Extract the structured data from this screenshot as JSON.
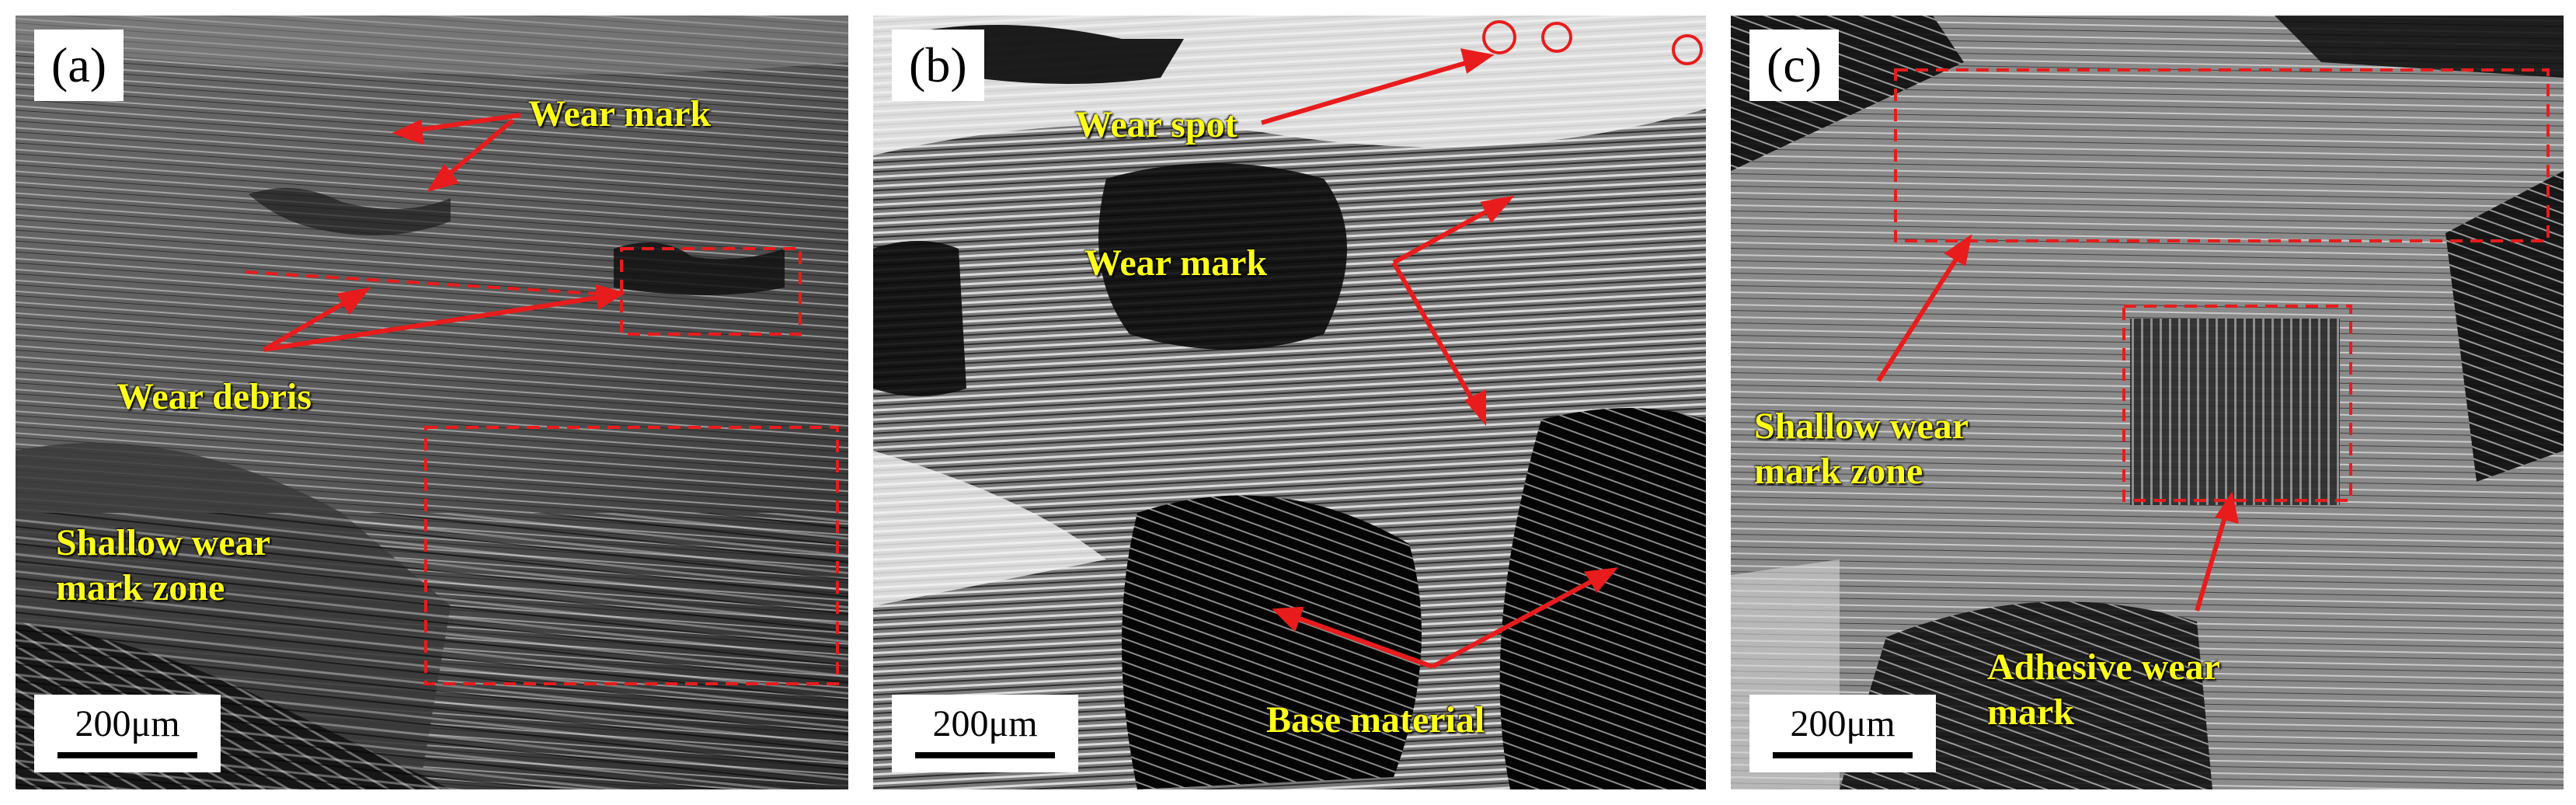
{
  "panels": [
    {
      "letter": "(a)",
      "scale_label": "200μm",
      "labels": {
        "wear_mark": "Wear mark",
        "wear_debris": "Wear debris",
        "shallow_zone": "Shallow wear mark zone"
      }
    },
    {
      "letter": "(b)",
      "scale_label": "200μm",
      "labels": {
        "wear_spot": "Wear spot",
        "wear_mark": "Wear mark",
        "base_material": "Base material"
      }
    },
    {
      "letter": "(c)",
      "scale_label": "200μm",
      "labels": {
        "shallow_zone": "Shallow wear mark zone",
        "adhesive": "Adhesive wear mark"
      }
    }
  ],
  "colors": {
    "annotation_text": "#ffff1a",
    "arrow": "#e81c1c",
    "dashed_box": "#e81c1c"
  }
}
